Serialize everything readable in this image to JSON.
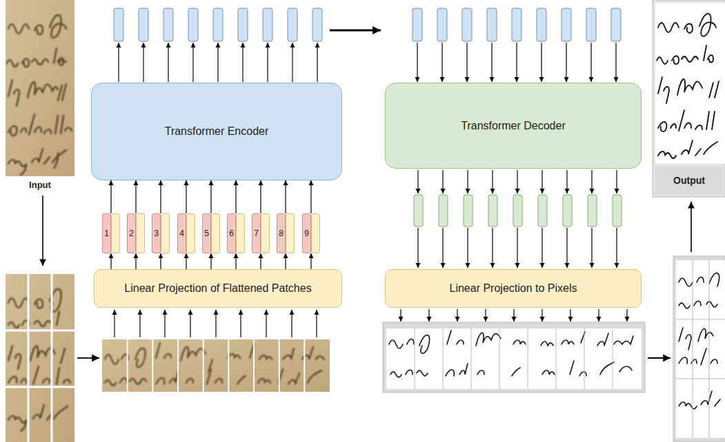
{
  "diagram": {
    "nodes": [
      {
        "text": [
          "Transformer Encoder"
        ]
      },
      {
        "text": [
          "Transformer Decoder"
        ]
      },
      {
        "text": [
          "Output"
        ]
      },
      {
        "text": [
          "1"
        ]
      },
      {
        "text": [
          "2"
        ]
      },
      {
        "text": [
          "3"
        ]
      },
      {
        "text": [
          "4"
        ]
      },
      {
        "text": [
          "5"
        ]
      },
      {
        "text": [
          "6"
        ]
      },
      {
        "text": [
          "7"
        ]
      },
      {
        "text": [
          "8"
        ]
      },
      {
        "text": [
          "9"
        ]
      },
      {
        "text": [
          "Linear Projection of Flattened Patches"
        ]
      },
      {
        "text": [
          "Linear Projection to Pixels"
        ]
      }
    ],
    "edges": [
      {
        "from": 12,
        "to": 3,
        "arrow": "to"
      },
      {
        "from": 12,
        "to": 4,
        "arrow": "to"
      },
      {
        "from": 12,
        "to": 5,
        "arrow": "to"
      },
      {
        "from": 12,
        "to": 6,
        "arrow": "to"
      },
      {
        "from": 12,
        "to": 7,
        "arrow": "to"
      },
      {
        "from": 12,
        "to": 8,
        "arrow": "to"
      },
      {
        "from": 12,
        "to": 9,
        "arrow": "to"
      },
      {
        "from": 12,
        "to": 10,
        "arrow": "to"
      },
      {
        "from": 12,
        "to": 11,
        "arrow": "to"
      },
      {
        "from": 3,
        "to": 0,
        "arrow": "to"
      },
      {
        "from": 4,
        "to": 0,
        "arrow": "to"
      },
      {
        "from": 5,
        "to": 0,
        "arrow": "to"
      },
      {
        "from": 6,
        "to": 0,
        "arrow": "to"
      },
      {
        "from": 7,
        "to": 0,
        "arrow": "to"
      },
      {
        "from": 8,
        "to": 0,
        "arrow": "to"
      },
      {
        "from": 9,
        "to": 0,
        "arrow": "to"
      },
      {
        "from": 10,
        "to": 0,
        "arrow": "to"
      },
      {
        "from": 11,
        "to": 0,
        "arrow": "to"
      }
    ],
    "labels": [
      "Input"
    ]
  }
}
